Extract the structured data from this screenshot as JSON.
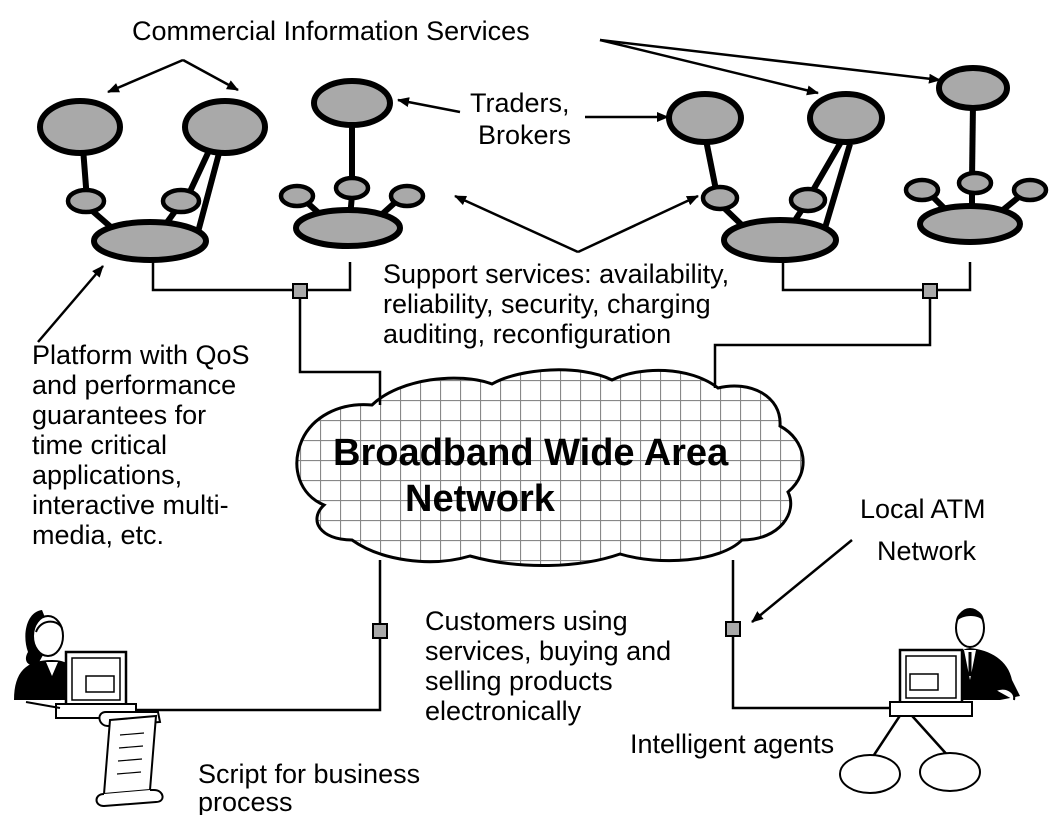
{
  "labels": {
    "commercial_services": "Commercial Information Services",
    "traders_line1": "Traders,",
    "traders_line2": "Brokers",
    "support_line1": "Support services: availability,",
    "support_line2": "reliability, security, charging",
    "support_line3": "auditing, reconfiguration",
    "platform_line1": "Platform with QoS",
    "platform_line2": "and performance",
    "platform_line3": "guarantees for",
    "platform_line4": "time critical",
    "platform_line5": "applications,",
    "platform_line6": "interactive multi-",
    "platform_line7": "media, etc.",
    "network_line1": "Broadband Wide Area",
    "network_line2": "Network",
    "local_atm_line1": "Local ATM",
    "local_atm_line2": "Network",
    "customers_line1": "Customers using",
    "customers_line2": "services, buying and",
    "customers_line3": "selling products",
    "customers_line4": "electronically",
    "agents": "Intelligent agents",
    "script_line1": "Script for business",
    "script_line2": "process"
  },
  "colors": {
    "node_fill": "#a9a9a9",
    "stroke": "#000000",
    "background": "#ffffff"
  },
  "icons": [
    "woman-at-computer-icon",
    "man-at-computer-icon",
    "script-scroll-icon",
    "network-cloud-icon"
  ]
}
